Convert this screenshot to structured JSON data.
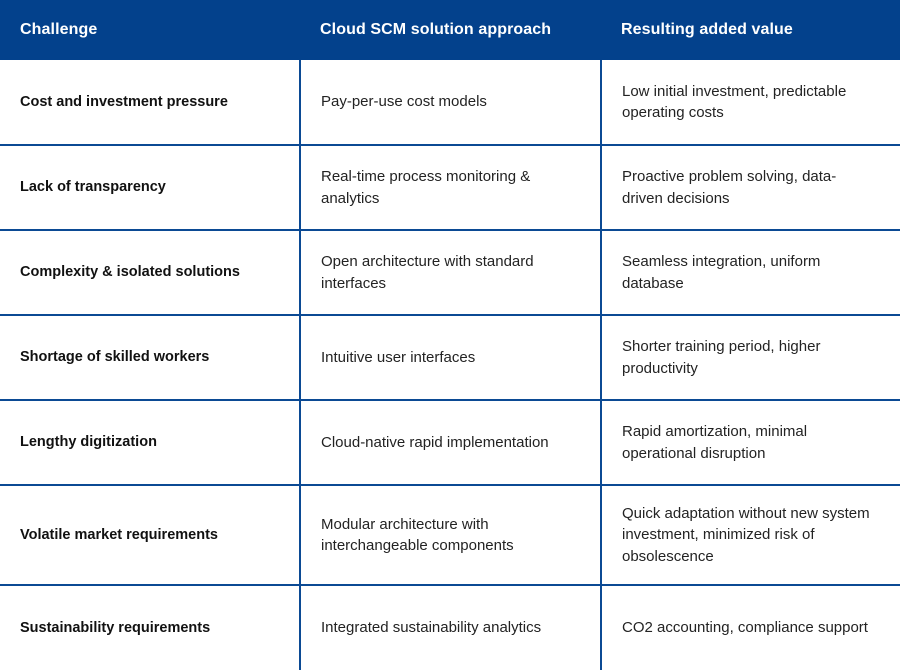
{
  "table": {
    "name": "challenge-solution-value-table",
    "accent_color": "#03418C",
    "divider_color": "#0B4A94",
    "header_text_color": "#FFFFFF",
    "body_text_color": "#232323",
    "background_color": "#FFFFFF",
    "columns": [
      {
        "key": "challenge",
        "label": "Challenge"
      },
      {
        "key": "approach",
        "label": "Cloud SCM solution approach"
      },
      {
        "key": "value",
        "label": "Resulting added value"
      }
    ],
    "rows": [
      {
        "challenge": "Cost and investment pressure",
        "approach": "Pay-per-use cost models",
        "value": "Low initial investment, predictable operating costs"
      },
      {
        "challenge": "Lack of transparency",
        "approach": "Real-time process monitoring & analytics",
        "value": "Proactive problem solving, data-driven decisions"
      },
      {
        "challenge": "Complexity & isolated solutions",
        "approach": "Open architecture with standard interfaces",
        "value": "Seamless integration, uniform database"
      },
      {
        "challenge": "Shortage of skilled workers",
        "approach": "Intuitive user interfaces",
        "value": "Shorter training period, higher productivity"
      },
      {
        "challenge": "Lengthy digitization",
        "approach": "Cloud-native rapid implementation",
        "value": "Rapid amortization, minimal operational disruption"
      },
      {
        "challenge": "Volatile market requirements",
        "approach": "Modular architecture with interchangeable components",
        "value": "Quick adaptation without new system investment, minimized risk of obsolescence"
      },
      {
        "challenge": "Sustainability requirements",
        "approach": "Integrated sustainability analytics",
        "value": "CO2 accounting, compliance support"
      }
    ]
  }
}
